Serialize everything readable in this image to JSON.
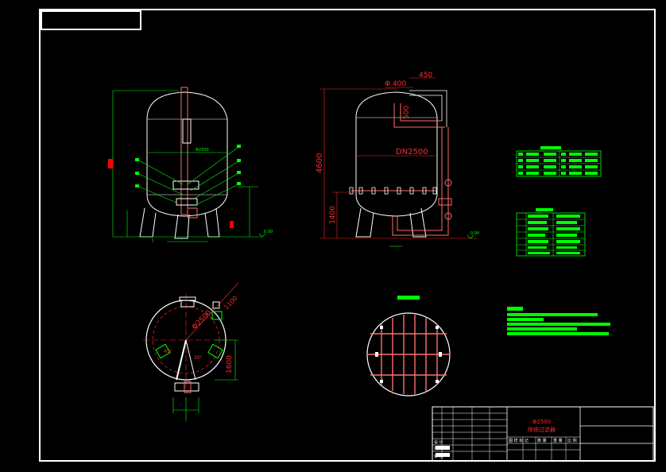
{
  "drawing": {
    "background": "#000000",
    "colors": {
      "frame": "#ffffff",
      "dimension": "#00ff00",
      "text_red": "#ff2a2a",
      "vessel": "#ffffff",
      "pipe": "#ff6a6a",
      "grid": "#ff7070",
      "table": "#00ff00",
      "marker": "#ff0000"
    },
    "front_view": {
      "diameter_label": "Φ2500"
    },
    "side_view": {
      "pipe_diameter": "Φ 400",
      "pipe_offset": "450",
      "pipe_height": "500",
      "vessel_diameter": "DN2500",
      "total_height": "4600",
      "leg_height": "1400",
      "elevation": "0.00"
    },
    "plan_view": {
      "dim_1": "Φ2500",
      "dim_2": "1600",
      "dim_3": "1100",
      "angle_a": "45°",
      "angle_b": "30°"
    },
    "title_block": {
      "diameter": "Φ2500",
      "name": "除铁过滤器",
      "headers": [
        "图 样 标 记",
        "数 量",
        "重 量",
        "比 例"
      ],
      "row_labels": [
        "设 计",
        "校 对",
        "审 核"
      ]
    }
  }
}
